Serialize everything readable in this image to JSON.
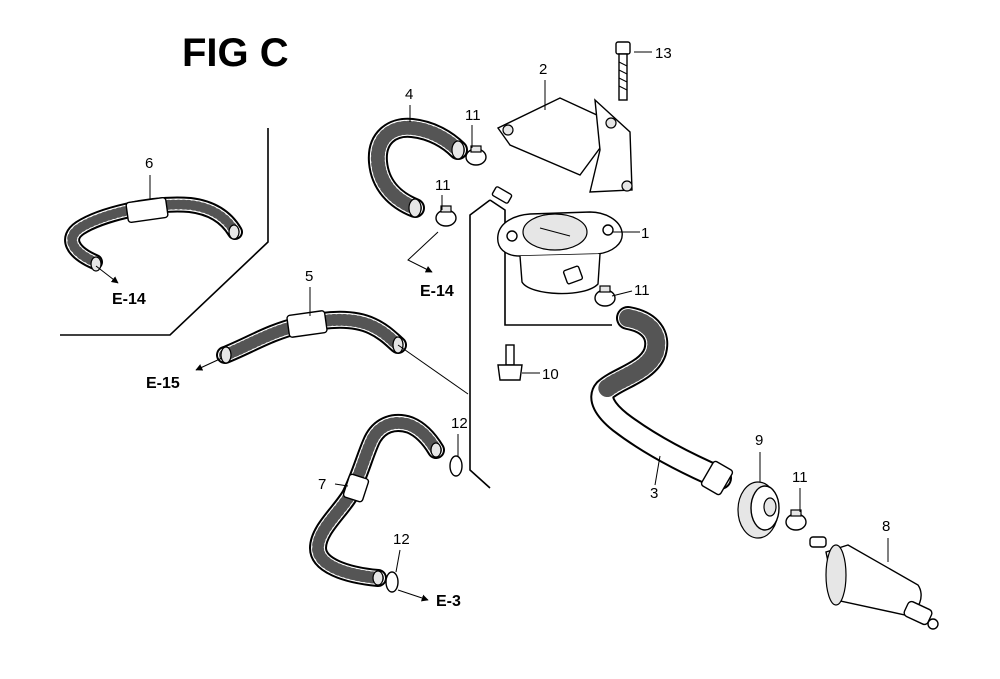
{
  "figure": {
    "title": "FIG C"
  },
  "callouts": {
    "c1": "1",
    "c2": "2",
    "c3": "3",
    "c4": "4",
    "c5": "5",
    "c6": "6",
    "c7": "7",
    "c8": "8",
    "c9": "9",
    "c10": "10",
    "c11a": "11",
    "c11b": "11",
    "c11c": "11",
    "c11d": "11",
    "c12a": "12",
    "c12b": "12",
    "c13": "13"
  },
  "references": {
    "ref_e14_left": "E-14",
    "ref_e14_mid": "E-14",
    "ref_e15": "E-15",
    "ref_e3": "E-3"
  }
}
